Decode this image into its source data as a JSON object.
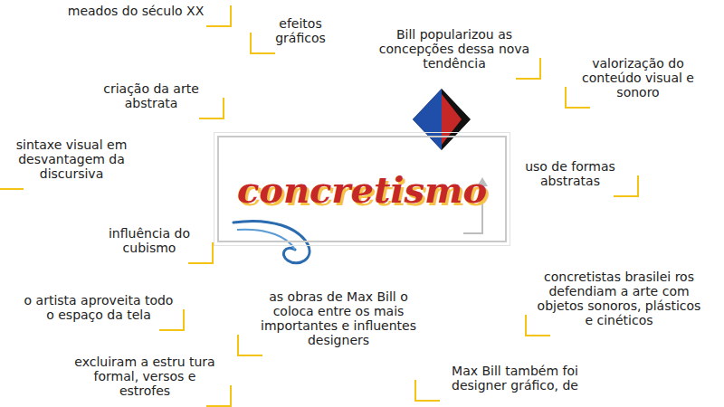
{
  "diagram": {
    "nodes": [
      {
        "text": [
          "concretismo"
        ]
      }
    ],
    "labels": [
      "meados do século XX",
      "efeitos gráficos",
      "Bill popularizou as concepções dessa nova tendência",
      "valorização do conteúdo visual e sonoro",
      "criação da arte abstrata",
      "sintaxe visual em desvantagem da discursiva",
      "uso de formas abstratas",
      "influência do cubismo",
      "concretistas brasilei ros defendiam a arte com objetos sonoros, plásticos e cinéticos",
      "o artista aproveita todo o espaço da tela",
      "as obras de Max Bill o coloca entre os mais importantes e influentes designers",
      "excluiram a estru tura formal, versos e estrofes",
      "Max Bill também foi designer gráfico, de"
    ]
  }
}
